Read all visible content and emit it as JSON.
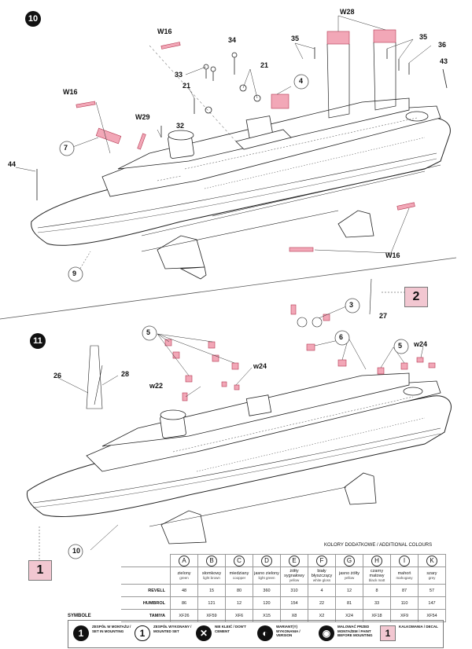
{
  "steps": {
    "first": "10",
    "second": "11"
  },
  "step10_labels": [
    "W28",
    "W16",
    "34",
    "35",
    "35",
    "36",
    "21",
    "33",
    "43",
    "4",
    "21",
    "W16",
    "W29",
    "32",
    "7",
    "44",
    "9",
    "W16"
  ],
  "step11_labels": [
    "3",
    "2",
    "27",
    "5",
    "6",
    "5",
    "w24",
    "26",
    "28",
    "w24",
    "w22",
    "1",
    "10"
  ],
  "page_refs": {
    "top": "2",
    "bottom": "1"
  },
  "colors_title": "KOLORY DODATKOWE / ADDITIONAL COLOURS",
  "color_table": {
    "letters": [
      "A",
      "B",
      "C",
      "D",
      "E",
      "F",
      "G",
      "H",
      "I",
      "K"
    ],
    "names": [
      {
        "pl": "zielony",
        "en": "green"
      },
      {
        "pl": "słomkowy",
        "en": "light brown"
      },
      {
        "pl": "miedziany",
        "en": "coopper"
      },
      {
        "pl": "jasno zielony",
        "en": "light green"
      },
      {
        "pl": "żółty sygnałowy",
        "en": "yellow"
      },
      {
        "pl": "biały błyszczący",
        "en": "white gloss"
      },
      {
        "pl": "jasno żółty",
        "en": "yellow"
      },
      {
        "pl": "czarny matowy",
        "en": "black matt"
      },
      {
        "pl": "mahoń",
        "en": "mahogany"
      },
      {
        "pl": "szary",
        "en": "grey"
      }
    ],
    "rows": [
      {
        "brand": "REVELL",
        "values": [
          "48",
          "15",
          "80",
          "360",
          "310",
          "4",
          "12",
          "8",
          "87",
          "57"
        ]
      },
      {
        "brand": "HUMBROL",
        "values": [
          "86",
          "121",
          "12",
          "120",
          "154",
          "22",
          "81",
          "33",
          "110",
          "147"
        ]
      },
      {
        "brand": "TAMIYA",
        "values": [
          "XF26",
          "XF59",
          "XF6",
          "X15",
          "X8",
          "X2",
          "X24",
          "XF18",
          "XF9",
          "XF54"
        ]
      }
    ]
  },
  "symbols_title": "SYMBOLE",
  "symbols": [
    {
      "icon": "1",
      "text": "ZESPÓŁ W MONTAŻU / SET IN MOUNTING"
    },
    {
      "icon": "1",
      "text": "ZESPÓŁ WYKONANY / MOUNTED SET"
    },
    {
      "icon": "✕",
      "text": "NIE KLEIĆ / DON'T CEMENT"
    },
    {
      "icon": "◐",
      "text": "WARIANT(Y) WYKONANIA / VERSION"
    },
    {
      "icon": "◉",
      "text": "MALOWAĆ PRZED MONTAŻEM / PAINT BEFORE MOUNTING"
    },
    {
      "icon": "1",
      "text": "KALKOMANIA / DECAL"
    }
  ]
}
